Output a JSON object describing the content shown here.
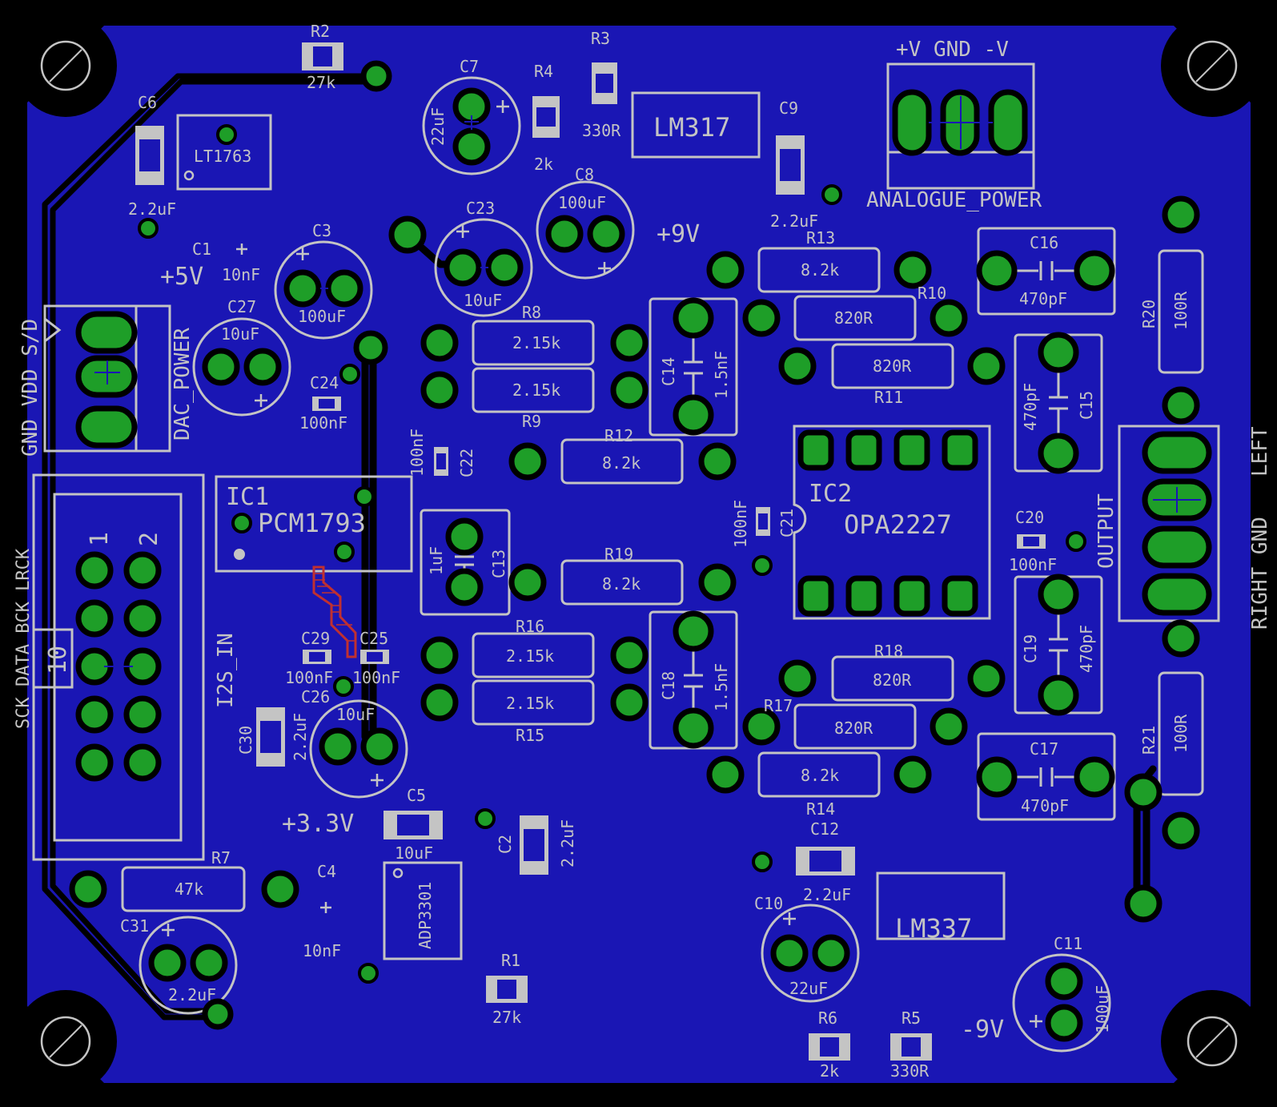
{
  "board": {
    "copper_color": "#1a16b4",
    "silk_color": "#c4c4c4",
    "pad_color": "#1e9e28"
  },
  "labels": {
    "R2": "R2",
    "R2v": "27k",
    "R3": "R3",
    "R3v": "330R",
    "R4": "R4",
    "R4v": "2k",
    "C7": "C7",
    "C7v": "22uF",
    "C6": "C6",
    "C6v": "2.2uF",
    "LT1763": "LT1763",
    "LM317": "LM317",
    "C9": "C9",
    "C9v": "2.2uF",
    "pwr_top": "+V GND -V",
    "analogue_power": "ANALOGUE_POWER",
    "C8": "C8",
    "C8v": "100uF",
    "plus9": "+9V",
    "C23": "C23",
    "C23v": "10uF",
    "C1": "C1",
    "C1v": "10nF",
    "plus5": "+5V",
    "C3": "C3",
    "C3v": "100uF",
    "C27": "C27",
    "C27v": "10uF",
    "C24": "C24",
    "C24v": "100nF",
    "dac_power": "DAC_POWER",
    "dac_pins": "GND VDD S/D",
    "R13": "R13",
    "R13v": "8.2k",
    "R10": "R10",
    "R10v": "820R",
    "R11": "R11",
    "R11v": "820R",
    "C16": "C16",
    "C16v": "470pF",
    "R20": "R20",
    "R20v": "100R",
    "R8": "R8",
    "R8v": "2.15k",
    "R9": "R9",
    "R9v": "2.15k",
    "C14": "C14",
    "C14v": "1.5nF",
    "C15": "C15",
    "C15v": "470pF",
    "C22": "C22",
    "C22v": "100nF",
    "R12": "R12",
    "R12v": "8.2k",
    "IC1": "IC1",
    "IC1v": "PCM1793",
    "IC2": "IC2",
    "IC2v": "OPA2227",
    "C21": "C21",
    "C21v": "100nF",
    "C20": "C20",
    "C20v": "100nF",
    "output": "OUTPUT",
    "out_left": "LEFT",
    "out_rg": "RIGHT GND",
    "i2s_pins": "SCK DATA BCK LRCK",
    "i2s_in": "I2S_IN",
    "hdr_1": "1",
    "hdr_2": "2",
    "hdr_10": "10",
    "C13": "C13",
    "C13v": "1uF",
    "R19": "R19",
    "R19v": "8.2k",
    "C29": "C29",
    "C29v": "100nF",
    "C25": "C25",
    "C25v": "100nF",
    "C26": "C26",
    "C26v": "10uF",
    "R16": "R16",
    "R16v": "2.15k",
    "R15": "R15",
    "R15v": "2.15k",
    "C18": "C18",
    "C18v": "1.5nF",
    "R18": "R18",
    "R18v": "820R",
    "C19": "C19",
    "C19v": "470pF",
    "R17": "R17",
    "R17v": "820R",
    "R14": "R14",
    "R14v": "8.2k",
    "C17": "C17",
    "C17v": "470pF",
    "R21": "R21",
    "R21v": "100R",
    "C30": "C30",
    "C30v": "2.2uF",
    "C5": "C5",
    "C5v": "10uF",
    "plus33": "+3.3V",
    "C2": "C2",
    "C2v": "2.2uF",
    "R7": "R7",
    "R7v": "47k",
    "C4": "C4",
    "C4v": "10nF",
    "ADP3301": "ADP3301",
    "C12": "C12",
    "C12v": "2.2uF",
    "C31": "C31",
    "C31v": "2.2uF",
    "R1": "R1",
    "R1v": "27k",
    "C10": "C10",
    "C10v": "22uF",
    "LM337": "LM337",
    "C11": "C11",
    "C11v": "100uF",
    "R6": "R6",
    "R6v": "2k",
    "R5": "R5",
    "R5v": "330R",
    "minus9": "-9V"
  }
}
